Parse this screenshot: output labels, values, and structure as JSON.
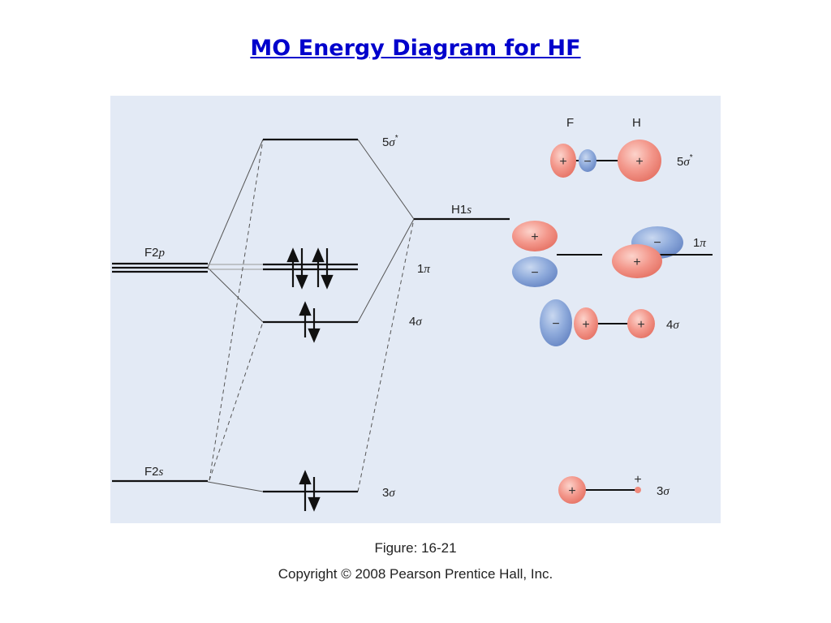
{
  "title": "MO Energy Diagram for HF",
  "colors": {
    "title": "#0000cc",
    "panel_bg": "#e3eaf5",
    "positive_lobe": "#f08a7e",
    "negative_lobe": "#7f9fd6"
  },
  "diagram": {
    "atomic_orbitals": {
      "f2p": {
        "main": "F2",
        "sub": "p"
      },
      "f2s": {
        "main": "F2",
        "sub": "s"
      },
      "h1s": {
        "main": "H1",
        "sub": "s"
      }
    },
    "molecular_orbitals": {
      "mo_5sigma": {
        "num": "5",
        "sym": "σ",
        "sup": "*"
      },
      "mo_1pi": {
        "num": "1",
        "sym": "π"
      },
      "mo_4sigma": {
        "num": "4",
        "sym": "σ"
      },
      "mo_3sigma": {
        "num": "3",
        "sym": "σ"
      }
    },
    "orbital_shapes": {
      "atom_f": "F",
      "atom_h": "H",
      "plus": "+",
      "minus": "−"
    }
  },
  "figure_caption": "Figure: 16-21",
  "copyright": "Copyright © 2008 Pearson Prentice Hall, Inc."
}
